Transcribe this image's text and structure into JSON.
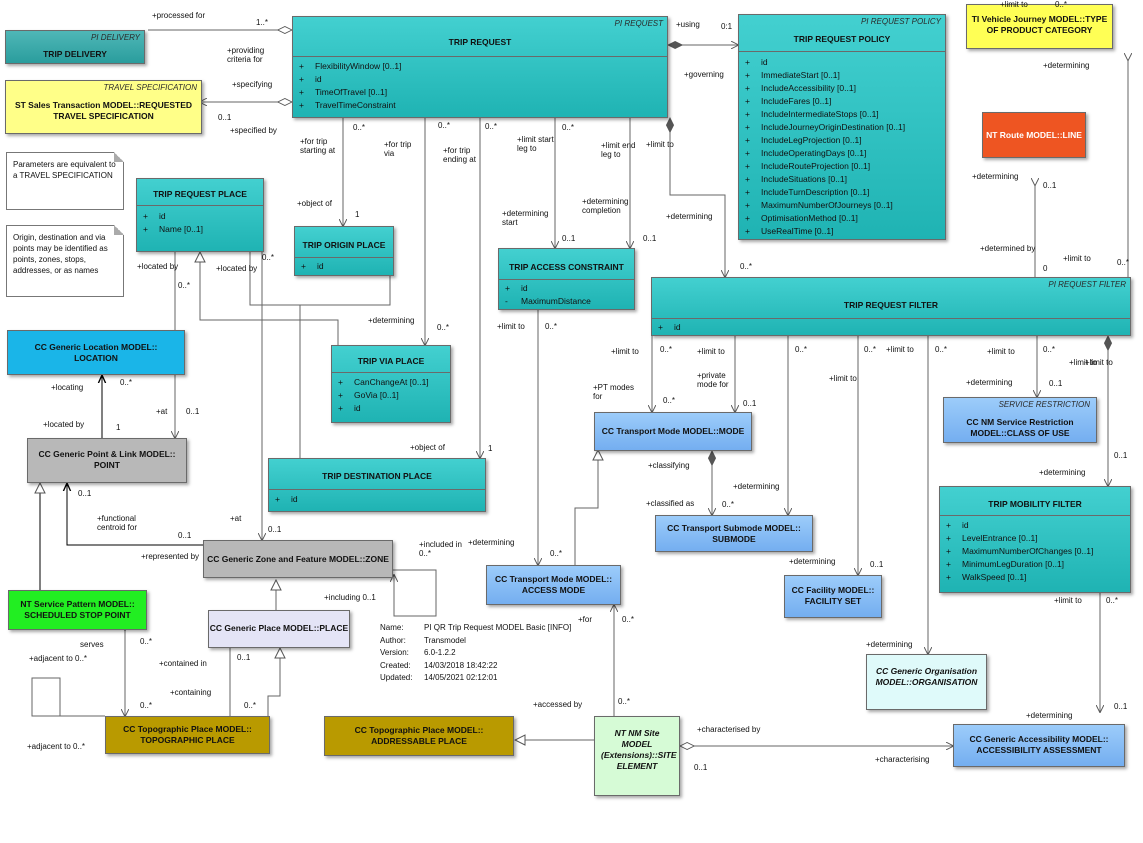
{
  "classes": {
    "trip_delivery": {
      "stereotype": "PI DELIVERY",
      "name": "TRIP DELIVERY"
    },
    "trip_request": {
      "stereotype": "PI REQUEST",
      "name": "TRIP REQUEST",
      "attributes": [
        {
          "vis": "+",
          "text": "FlexibilityWindow [0..1]"
        },
        {
          "vis": "+",
          "text": "id"
        },
        {
          "vis": "+",
          "text": "TimeOfTravel [0..1]"
        },
        {
          "vis": "+",
          "text": "TravelTimeConstraint"
        }
      ]
    },
    "trip_request_policy": {
      "stereotype": "PI REQUEST POLICY",
      "name": "TRIP REQUEST POLICY",
      "attributes": [
        {
          "vis": "+",
          "text": "id"
        },
        {
          "vis": "+",
          "text": "ImmediateStart [0..1]"
        },
        {
          "vis": "+",
          "text": "IncludeAccessibility [0..1]"
        },
        {
          "vis": "+",
          "text": "IncludeFares [0..1]"
        },
        {
          "vis": "+",
          "text": "IncludeIntermediateStops [0..1]"
        },
        {
          "vis": "+",
          "text": "IncludeJourneyOriginDestination [0..1]"
        },
        {
          "vis": "+",
          "text": "IncludeLegProjection [0..1]"
        },
        {
          "vis": "+",
          "text": "IncludeOperatingDays [0..1]"
        },
        {
          "vis": "+",
          "text": "IncludeRouteProjection [0..1]"
        },
        {
          "vis": "+",
          "text": "IncludeSituations [0..1]"
        },
        {
          "vis": "+",
          "text": "IncludeTurnDescription [0..1]"
        },
        {
          "vis": "+",
          "text": "MaximumNumberOfJourneys [0..1]"
        },
        {
          "vis": "+",
          "text": "OptimisationMethod [0..1]"
        },
        {
          "vis": "+",
          "text": "UseRealTime [0..1]"
        }
      ]
    },
    "vehicle_journey_type": {
      "name": "TI Vehicle Journey MODEL::TYPE OF PRODUCT CATEGORY"
    },
    "travel_spec": {
      "stereotype": "TRAVEL SPECIFICATION",
      "name": "ST Sales Transaction MODEL::REQUESTED TRAVEL SPECIFICATION"
    },
    "route_line": {
      "name": "NT Route MODEL::LINE"
    },
    "trip_request_place": {
      "name": "TRIP REQUEST PLACE",
      "attributes": [
        {
          "vis": "+",
          "text": "id"
        },
        {
          "vis": "+",
          "text": "Name [0..1]"
        }
      ]
    },
    "trip_origin_place": {
      "name": "TRIP ORIGIN PLACE",
      "attributes": [
        {
          "vis": "+",
          "text": "id"
        }
      ]
    },
    "trip_access_constraint": {
      "name": "TRIP ACCESS CONSTRAINT",
      "attributes": [
        {
          "vis": "+",
          "text": "id"
        },
        {
          "vis": "-",
          "text": "MaximumDistance"
        }
      ]
    },
    "trip_request_filter": {
      "stereotype": "PI REQUEST FILTER",
      "name": "TRIP REQUEST FILTER",
      "attributes": [
        {
          "vis": "+",
          "text": "id"
        }
      ]
    },
    "location": {
      "name": "CC Generic Location MODEL:: LOCATION"
    },
    "trip_via_place": {
      "name": "TRIP VIA PLACE",
      "attributes": [
        {
          "vis": "+",
          "text": "CanChangeAt [0..1]"
        },
        {
          "vis": "+",
          "text": "GoVia [0..1]"
        },
        {
          "vis": "+",
          "text": "id"
        }
      ]
    },
    "point": {
      "name": "CC Generic Point & Link MODEL:: POINT"
    },
    "trip_destination_place": {
      "name": "TRIP DESTINATION PLACE",
      "attributes": [
        {
          "vis": "+",
          "text": "id"
        }
      ]
    },
    "transport_mode": {
      "name": "CC Transport Mode MODEL::MODE"
    },
    "service_restriction": {
      "stereotype": "SERVICE RESTRICTION",
      "name": "CC NM Service Restriction MODEL::CLASS OF USE"
    },
    "trip_mobility_filter": {
      "name": "TRIP MOBILITY FILTER",
      "attributes": [
        {
          "vis": "+",
          "text": "id"
        },
        {
          "vis": "+",
          "text": "LevelEntrance [0..1]"
        },
        {
          "vis": "+",
          "text": "MaximumNumberOfChanges [0..1]"
        },
        {
          "vis": "+",
          "text": "MinimumLegDuration [0..1]"
        },
        {
          "vis": "+",
          "text": "WalkSpeed [0..1]"
        }
      ]
    },
    "submode": {
      "name": "CC Transport Submode MODEL:: SUBMODE"
    },
    "zone": {
      "name": "CC Generic Zone and Feature MODEL::ZONE"
    },
    "access_mode": {
      "name": "CC Transport Mode MODEL:: ACCESS MODE"
    },
    "facility_set": {
      "name": "CC Facility MODEL:: FACILITY SET"
    },
    "scheduled_stop_point": {
      "name": "NT Service Pattern MODEL:: SCHEDULED STOP POINT"
    },
    "place": {
      "name": "CC Generic Place MODEL::PLACE"
    },
    "organisation": {
      "name": "CC Generic Organisation MODEL::ORGANISATION"
    },
    "topographic_place": {
      "name": "CC Topographic Place MODEL:: TOPOGRAPHIC PLACE"
    },
    "addressable_place": {
      "name": "CC Topographic Place MODEL:: ADDRESSABLE PLACE"
    },
    "site_element": {
      "name": "NT NM Site MODEL (Extensions)::SITE ELEMENT"
    },
    "accessibility_assessment": {
      "name": "CC Generic Accessibility MODEL:: ACCESSIBILITY ASSESSMENT"
    }
  },
  "notes": {
    "travel_spec_note": "Parameters are equivalent to a TRAVEL SPECIFICATION",
    "origin_note": "Origin, destination and via points may be identified as points, zones, stops, addresses, or as names"
  },
  "info": {
    "name_key": "Name:",
    "name": "PI QR Trip Request MODEL Basic [INFO]",
    "author_key": "Author:",
    "author": "Transmodel",
    "version_key": "Version:",
    "version": "6.0-1.2.2",
    "created_key": "Created:",
    "created": "14/03/2018 18:42:22",
    "updated_key": "Updated:",
    "updated": "14/05/2021 02:12:01"
  },
  "labels": [
    "+processed for",
    "1..*",
    "+providing criteria for",
    "+specifying",
    "0..1",
    "+specified by",
    "+using",
    "0:1",
    "+governing",
    "+determining",
    "0..*",
    "+for trip starting at",
    "+for trip via",
    "0..*",
    "+for trip ending at",
    "0..*",
    "+limit start leg to",
    "0..*",
    "+limit end leg to",
    "0..*",
    "+limit to",
    "+determining start",
    "0..1",
    "+determining completion",
    "0..1",
    "+determining",
    "0..*",
    "+determining",
    "0..1",
    "+determined by",
    "0",
    "+limit to",
    "0..*",
    "+object of",
    "1",
    "+located by",
    "0..*",
    "+located by",
    "0..*",
    "+determining",
    "0..*",
    "+limit to",
    "0..*",
    "+locating",
    "0..*",
    "+located by",
    "1",
    "+at",
    "0..1",
    "+object of",
    "1",
    "+limit to",
    "0..*",
    "+limit to",
    "+limit to",
    "0..*",
    "+limit to",
    "0..*",
    "+limit to",
    "+limit to",
    "0..*",
    "+limit to",
    "+PT modes for",
    "0..*",
    "+private mode for",
    "0..1",
    "+classifying",
    "+determining",
    "0..1",
    "+limit to",
    "+determining",
    "0..*",
    "+classified as",
    "0..*",
    "+determining",
    "0..1",
    "0..1",
    "+functional centroid for",
    "0..1",
    "+at",
    "0..1",
    "+represented by",
    "+included in 0..*",
    "+including 0..1",
    "+determining",
    "0..*",
    "+for",
    "0..*",
    "+limit to",
    "0..*",
    "serves",
    "0..*",
    "+adjacent to 0..*",
    "0..1",
    "+contained in",
    "+containing",
    "0..*",
    "0..*",
    "+adjacent to 0..*",
    "+accessed by",
    "0..*",
    "+characterised by",
    "0..1",
    "+characterising",
    "+determining",
    "0..1",
    "+determining",
    "+determining",
    "0..1"
  ]
}
